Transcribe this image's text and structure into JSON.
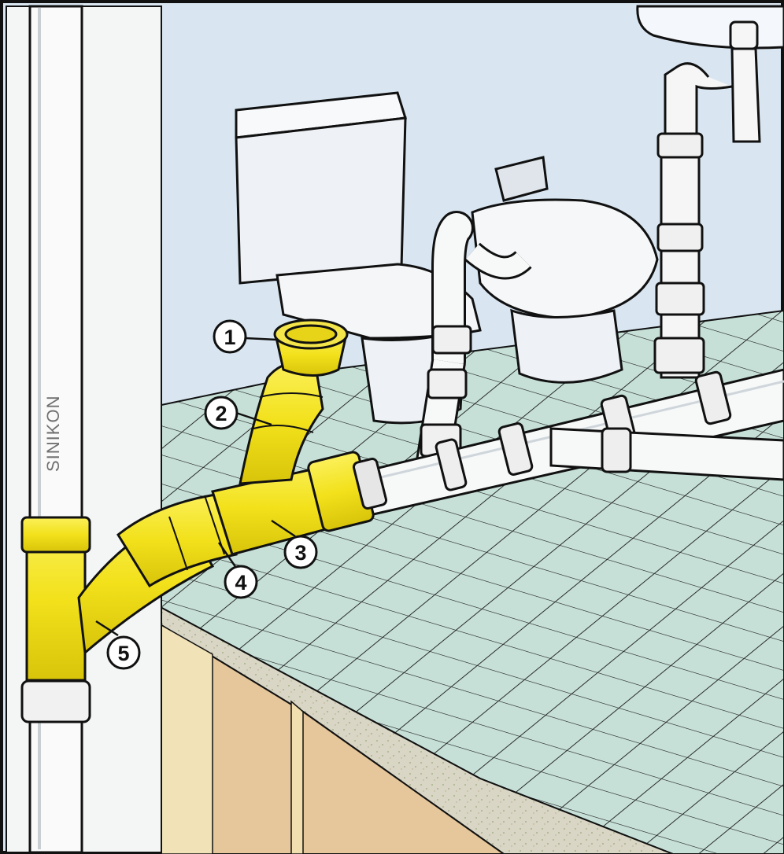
{
  "brand_label": "SINIKON",
  "callouts": [
    {
      "number": "1",
      "target": "toilet-connector"
    },
    {
      "number": "2",
      "target": "offset-elbow"
    },
    {
      "number": "3",
      "target": "main-branch"
    },
    {
      "number": "4",
      "target": "bend-fitting"
    },
    {
      "number": "5",
      "target": "riser-tee"
    }
  ],
  "colors": {
    "highlight_yellow": "#f2e11b",
    "wall_blue": "#d9e6f1",
    "tile_green": "#c6e0d8",
    "pipe_white": "#f7f8f8",
    "outline": "#1d1d1d",
    "concrete": "#d8d5c4",
    "floor_void": "#e6c69b"
  }
}
